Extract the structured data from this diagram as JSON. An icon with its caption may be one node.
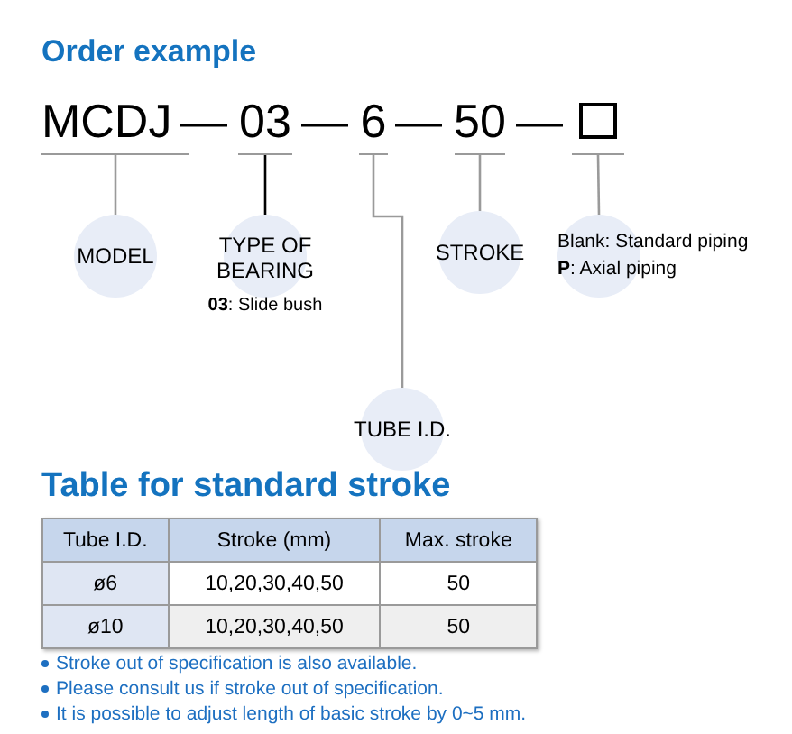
{
  "diagram": {
    "title": "Order example",
    "nodes": [
      {
        "text": [
          "MCDJ"
        ]
      },
      {
        "text": [
          "03"
        ]
      },
      {
        "text": [
          "6"
        ]
      },
      {
        "text": [
          "50"
        ]
      },
      {
        "text": [],
        "shape": "box"
      },
      {
        "text": [
          "MODEL"
        ]
      },
      {
        "text": [
          "TYPE OF BEARING",
          "**03**: Slide bush"
        ]
      },
      {
        "text": [
          "STROKE"
        ]
      },
      {
        "text": [
          "Blank: Standard piping",
          "**P**: Axial piping"
        ]
      },
      {
        "text": [
          "TUBE I.D."
        ]
      }
    ],
    "edges": [
      {
        "from": 0,
        "to": 5,
        "arrow": "none"
      },
      {
        "from": 1,
        "to": 6,
        "arrow": "none",
        "color": "#000000"
      },
      {
        "from": 2,
        "to": 9,
        "arrow": "none"
      },
      {
        "from": 3,
        "to": 7,
        "arrow": "none"
      },
      {
        "from": 4,
        "to": 8,
        "arrow": "none"
      }
    ],
    "labels": [
      "—",
      "—",
      "—",
      "—",
      "Table for standard stroke",
      "Tube I.D.",
      "Stroke (mm)",
      "Max. stroke",
      "ø6",
      "10,20,30,40,50",
      "50",
      "ø10",
      "10,20,30,40,50",
      "50",
      "Stroke out of specification is also available.",
      "Please consult us if stroke out of specification.",
      "It is possible to adjust length of basic stroke by 0~5 mm."
    ]
  }
}
